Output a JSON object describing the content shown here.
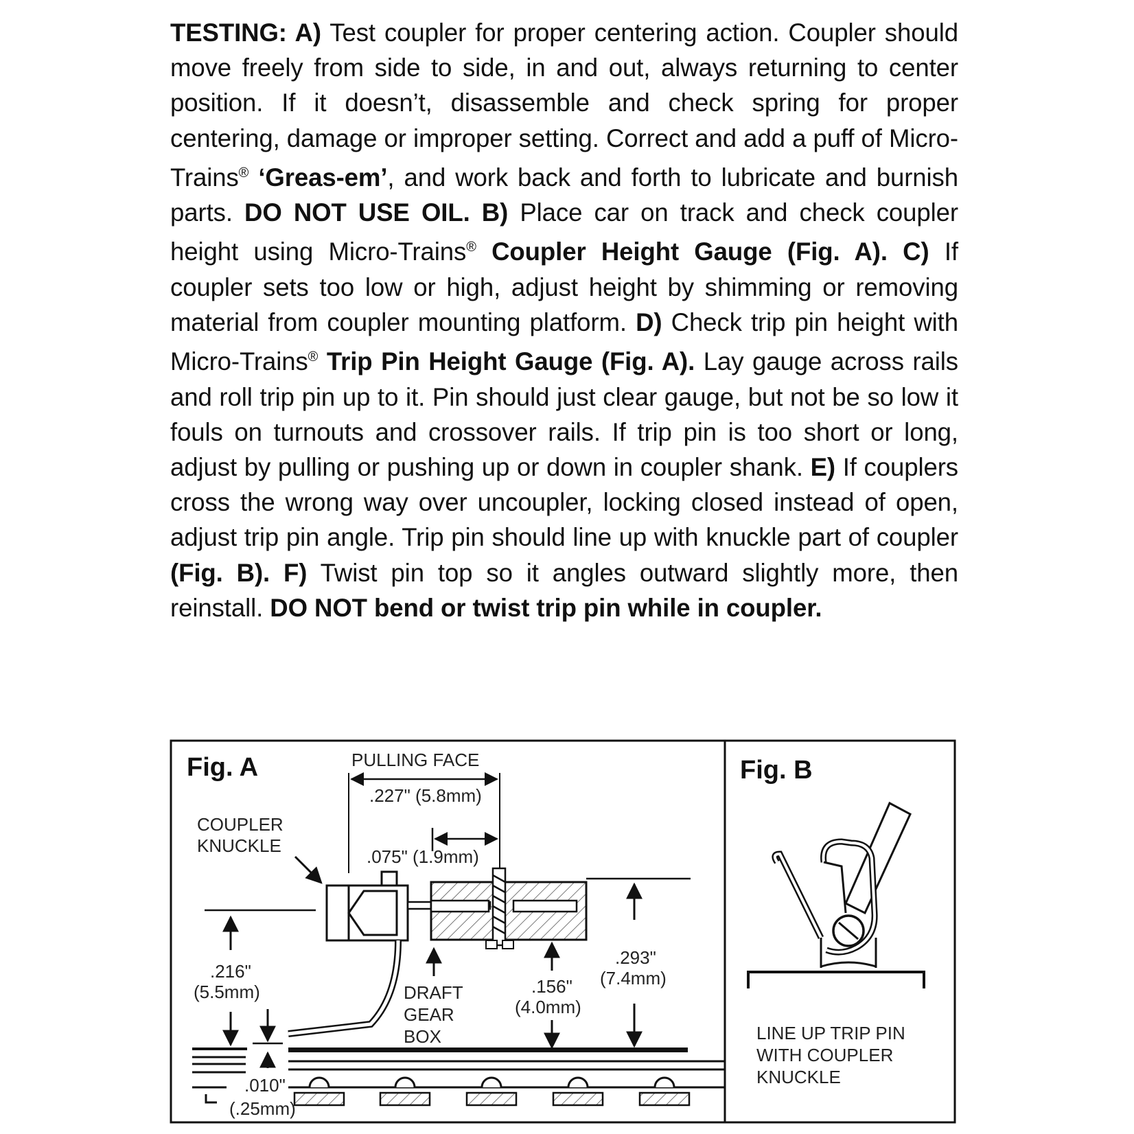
{
  "testing": {
    "t1": "TESTING: A)",
    "t2": " Test coupler for proper centering action. Coupler should move freely from side to side, in and out, always returning to center position. If it doesn’t, disassemble and check spring for proper centering, damage or improper setting. Correct and add a puff of Micro-Trains",
    "reg1": "®",
    "t3": "‘Greas-em’",
    "t4": ", and work back and forth to lubricate and burnish parts. ",
    "t5": "DO NOT USE OIL. B)",
    "t6": " Place car on track and check coupler height using Micro-Trains",
    "reg2": "®",
    "t7": "Coupler Height Gauge (Fig. A). C)",
    "t8": " If coupler sets too low or high, adjust height by shimming or removing material from coupler mounting platform. ",
    "t9": "D)",
    "t10": " Check trip pin height with Micro-Trains",
    "reg3": "®",
    "t11": "Trip Pin Height Gauge (Fig. A).",
    "t12": " Lay gauge across rails and roll trip pin up to it. Pin should just clear gauge, but not be so low it fouls on turnouts and crossover rails. If trip pin is too short or long, adjust by pulling or pushing up or down in coupler shank. ",
    "t13": "E)",
    "t14": " If couplers cross the wrong way over uncoupler, locking closed instead of open, adjust trip pin angle. Trip pin should line up with knuckle part of coupler ",
    "t15": "(Fig. B). F)",
    "t16": " Twist pin top so it angles outward slightly more, then reinstall. ",
    "t17": "DO NOT bend or twist trip pin while in coupler."
  },
  "fig_a": {
    "title": "Fig. A",
    "pulling_face": "PULLING FACE",
    "dim_227": ".227\" (5.8mm)",
    "coupler_knuckle_1": "COUPLER",
    "coupler_knuckle_2": "KNUCKLE",
    "dim_075": ".075\" (1.9mm)",
    "dim_216_a": ".216\"",
    "dim_216_b": "(5.5mm)",
    "draft_1": "DRAFT",
    "draft_2": "GEAR",
    "draft_3": "BOX",
    "dim_156_a": ".156\"",
    "dim_156_b": "(4.0mm)",
    "dim_293_a": ".293\"",
    "dim_293_b": "(7.4mm)",
    "dim_010_a": ".010\"",
    "dim_010_b": "(.25mm)"
  },
  "fig_b": {
    "title": "Fig. B",
    "caption_1": "LINE UP TRIP PIN",
    "caption_2": "WITH COUPLER",
    "caption_3": "KNUCKLE"
  }
}
